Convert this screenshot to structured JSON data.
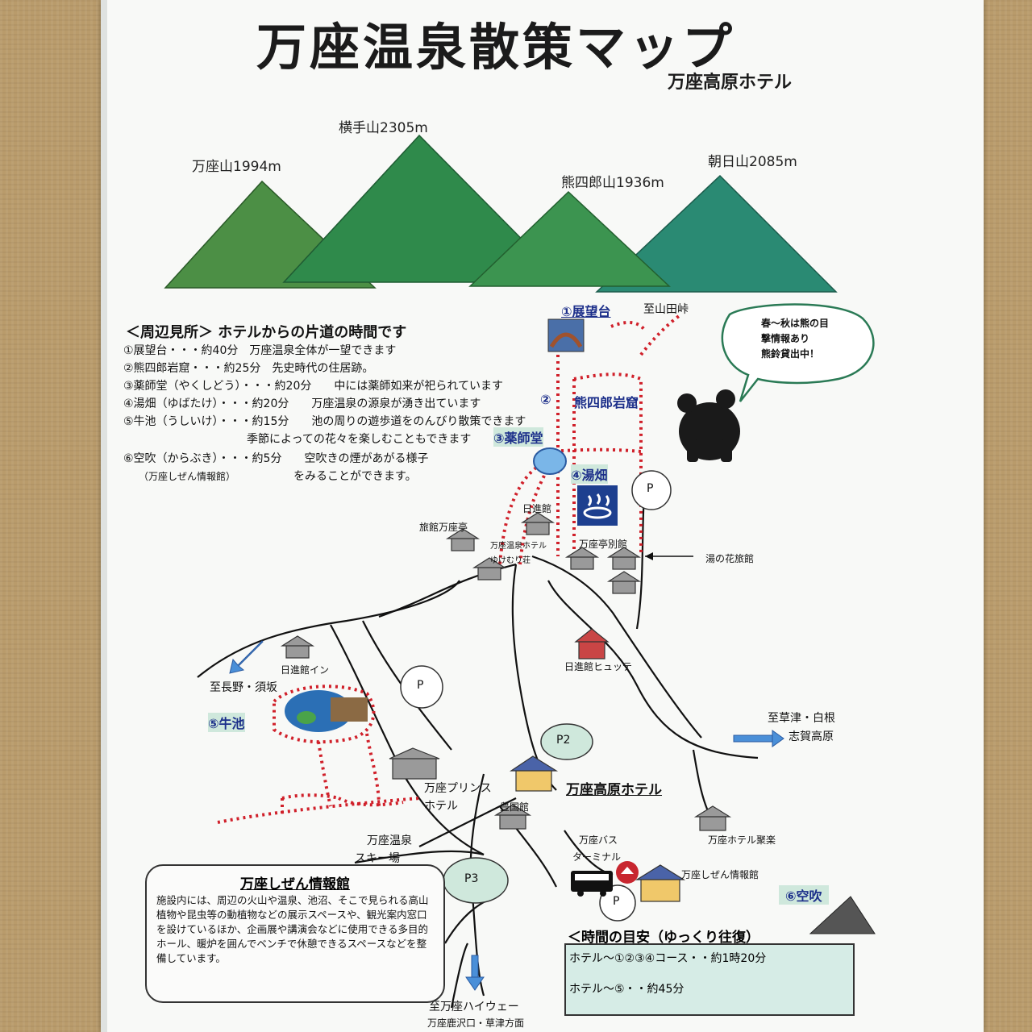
{
  "title": "万座温泉散策マップ",
  "subtitle": "万座高原ホテル",
  "mountains": [
    {
      "name": "万座山1994m"
    },
    {
      "name": "横手山2305m"
    },
    {
      "name": "熊四郎山1936m"
    },
    {
      "name": "朝日山2085m"
    }
  ],
  "legend": {
    "heading": "＜周辺見所＞ ホテルからの片道の時間です",
    "lines": [
      "①展望台・・・約40分　万座温泉全体が一望できます",
      "②熊四郎岩窟・・・約25分　先史時代の住居跡。",
      "③薬師堂（やくしどう）・・・約20分　　中には薬師如来が祀られています",
      "④湯畑（ゆばたけ）・・・約20分　　万座温泉の源泉が湧き出ています",
      "⑤牛池（うしいけ）・・・約15分　　池の周りの遊歩道をのんびり散策できます",
      "季節によっての花々を楽しむこともできます",
      "⑥空吹（からぶき）・・・約5分　　空吹きの煙があがる様子",
      "（万座しぜん情報館）",
      "をみることができます。"
    ]
  },
  "spots": {
    "s1": "①展望台",
    "s2": "②",
    "s2b": "熊四郎岩窟",
    "s3": "③薬師堂",
    "s4": "④湯畑",
    "s5": "⑤牛池",
    "s6": "⑥空吹"
  },
  "bubble": [
    "春～秋は熊の目",
    "撃情報あり",
    "熊鈴貸出中！"
  ],
  "labels": {
    "to_yamada": "至山田峠",
    "nisshinkan": "日進館",
    "ryokan_manzatei": "旅館万座亭",
    "manza_onsen_hotel": "万座温泉ホテル",
    "yukemuri": "ゆけむり荘",
    "manzatei_bekkan": "万座亭別館",
    "yunohana": "湯の花旅館",
    "nisshinkan_inn": "日進館イン",
    "to_nagano": "至長野・須坂",
    "nisshinkan_hutte": "日進館ヒュッテ",
    "to_kusatsu": "至草津・白根",
    "shiga": "志賀高原",
    "prince": "万座プリンス",
    "prince2": "ホテル",
    "manza_kogen_hotel": "万座高原ホテル",
    "hokokukan": "豊国館",
    "ski1": "万座温泉",
    "ski2": "スキー場",
    "bus1": "万座バス",
    "bus2": "ターミナル",
    "shizen_kan": "万座しぜん情報館",
    "hotel_juraku": "万座ホテル聚楽",
    "to_highway": "至万座ハイウェー",
    "to_kazawa": "万座鹿沢口・草津方面",
    "p": "P",
    "p2": "P2",
    "p3": "P3"
  },
  "info_box": {
    "heading": "万座しぜん情報館",
    "body": "施設内には、周辺の火山や温泉、池沼、そこで見られる高山植物や昆虫等の動植物などの展示スペースや、観光案内窓口を設けているほか、企画展や講演会などに使用できる多目的ホール、暖炉を囲んでベンチで休憩できるスペースなどを整備しています。"
  },
  "time_guide": {
    "heading": "＜時間の目安（ゆっくり往復）",
    "line1": "ホテル～①②③④コース・・約1時20分",
    "line2": "ホテル～⑤・・約45分"
  },
  "colors": {
    "mountain1": "#4c8f45",
    "mountain2": "#2f8a4b",
    "mountain3": "#3c9450",
    "mountain4": "#2a8a73",
    "trail": "#d0202a",
    "spot_label": "#1c2f8a",
    "time_box": "#d6ece6"
  }
}
